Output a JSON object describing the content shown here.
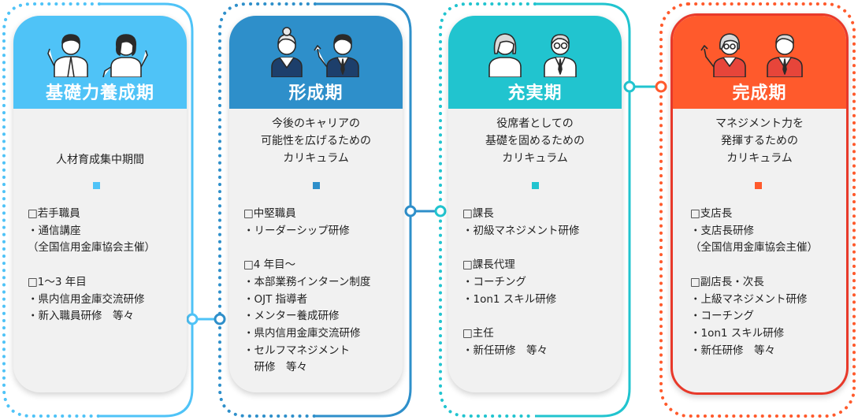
{
  "colors": {
    "stage1": "#4fc3f7",
    "stage2": "#2e8fca",
    "stage3": "#21c4cf",
    "stage4": "#ff5a2c",
    "stage4_border": "#e8392a",
    "card_bg": "#f1f1f1"
  },
  "stages": [
    {
      "title": "基礎力養成期",
      "desc": [
        "人材育成集中期間"
      ],
      "icon": "young-staff-icon",
      "items": [
        "□若手職員",
        "・通信講座",
        "（全国信用金庫協会主催）",
        "",
        "□1～3 年目",
        "・県内信用金庫交流研修",
        "・新入職員研修　等々"
      ]
    },
    {
      "title": "形成期",
      "desc": [
        "今後のキャリアの",
        "可能性を広げるための",
        "カリキュラム"
      ],
      "icon": "mid-career-staff-icon",
      "items": [
        "□中堅職員",
        "・リーダーシップ研修",
        "",
        "□4 年目～",
        "・本部業務インターン制度",
        "・OJT 指導者",
        "・メンター養成研修",
        "・県内信用金庫交流研修",
        "・セルフマネジメント",
        "　研修　等々"
      ]
    },
    {
      "title": "充実期",
      "desc": [
        "役席者としての",
        "基礎を固めるための",
        "カリキュラム"
      ],
      "icon": "senior-staff-icon",
      "items": [
        "□課長",
        "・初級マネジメント研修",
        "",
        "□課長代理",
        "・コーチング",
        "・1on1 スキル研修",
        "",
        "□主任",
        "・新任研修　等々"
      ]
    },
    {
      "title": "完成期",
      "desc": [
        "マネジメント力を",
        "発揮するための",
        "カリキュラム"
      ],
      "icon": "executive-staff-icon",
      "items": [
        "□支店長",
        "・支店長研修",
        "（全国信用金庫協会主催）",
        "",
        "□副店長・次長",
        "・上級マネジメント研修",
        "・コーチング",
        "・1on1 スキル研修",
        "・新任研修　等々"
      ]
    }
  ]
}
